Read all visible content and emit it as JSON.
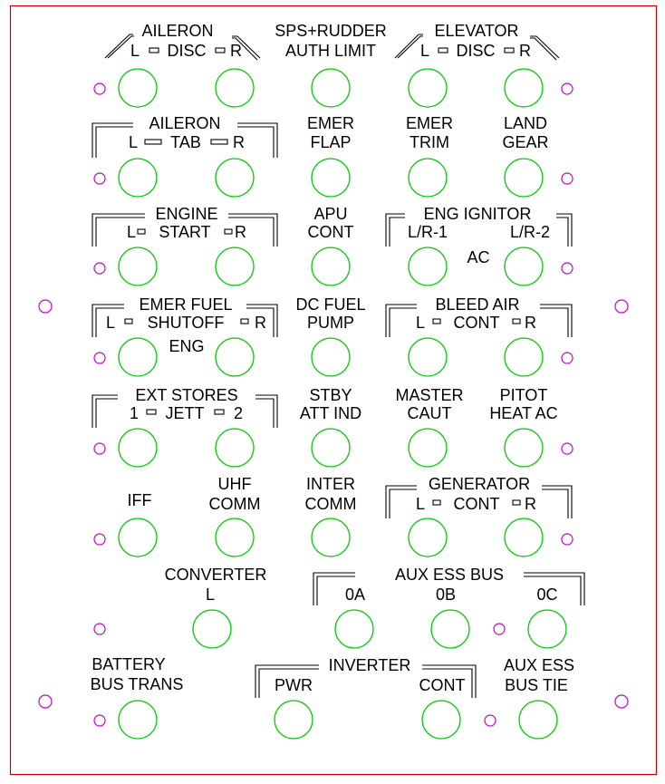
{
  "colors": {
    "panel_border": "#cc0000",
    "breaker": "#00cc00",
    "mount_hole": "#cc00cc",
    "line": "#000000"
  },
  "row1": {
    "aileron_disc_title": "AILERON",
    "aileron_disc_l": "L",
    "aileron_disc_mid": "DISC",
    "aileron_disc_r": "R",
    "sps_rudder_1": "SPS+RUDDER",
    "sps_rudder_2": "AUTH LIMIT",
    "elevator_disc_title": "ELEVATOR",
    "elevator_disc_l": "L",
    "elevator_disc_mid": "DISC",
    "elevator_disc_r": "R"
  },
  "row2": {
    "aileron_tab_title": "AILERON",
    "aileron_tab_l": "L",
    "aileron_tab_mid": "TAB",
    "aileron_tab_r": "R",
    "emer_flap_1": "EMER",
    "emer_flap_2": "FLAP",
    "emer_trim_1": "EMER",
    "emer_trim_2": "TRIM",
    "land_gear_1": "LAND",
    "land_gear_2": "GEAR"
  },
  "row3": {
    "engine_title": "ENGINE",
    "engine_l": "L",
    "engine_mid": "START",
    "engine_r": "R",
    "apu_1": "APU",
    "apu_2": "CONT",
    "ignitor_title": "ENG IGNITOR",
    "ignitor_left": "L/R-1",
    "ignitor_right": "L/R-2",
    "ignitor_ac": "AC"
  },
  "row4": {
    "emer_fuel_title": "EMER FUEL",
    "emer_fuel_l": "L",
    "emer_fuel_mid": "SHUTOFF",
    "emer_fuel_r": "R",
    "emer_fuel_eng": "ENG",
    "dc_fuel_1": "DC FUEL",
    "dc_fuel_2": "PUMP",
    "bleed_title": "BLEED AIR",
    "bleed_l": "L",
    "bleed_mid": "CONT",
    "bleed_r": "R"
  },
  "row5": {
    "ext_stores_title": "EXT STORES",
    "ext_stores_l": "1",
    "ext_stores_mid": "JETT",
    "ext_stores_r": "2",
    "stby_1": "STBY",
    "stby_2": "ATT IND",
    "master_1": "MASTER",
    "master_2": "CAUT",
    "pitot_1": "PITOT",
    "pitot_2": "HEAT AC"
  },
  "row6": {
    "iff": "IFF",
    "uhf_1": "UHF",
    "uhf_2": "COMM",
    "inter_1": "INTER",
    "inter_2": "COMM",
    "generator_title": "GENERATOR",
    "generator_l": "L",
    "generator_mid": "CONT",
    "generator_r": "R"
  },
  "row7": {
    "converter_1": "CONVERTER",
    "converter_2": "L",
    "aux_bus_title": "AUX ESS BUS",
    "aux_0a": "0A",
    "aux_0b": "0B",
    "aux_0c": "0C"
  },
  "row8": {
    "battery_1": "BATTERY",
    "battery_2": "BUS TRANS",
    "inverter_title": "INVERTER",
    "inverter_pwr": "PWR",
    "inverter_cont": "CONT",
    "aux_tie_1": "AUX ESS",
    "aux_tie_2": "BUS TIE"
  }
}
